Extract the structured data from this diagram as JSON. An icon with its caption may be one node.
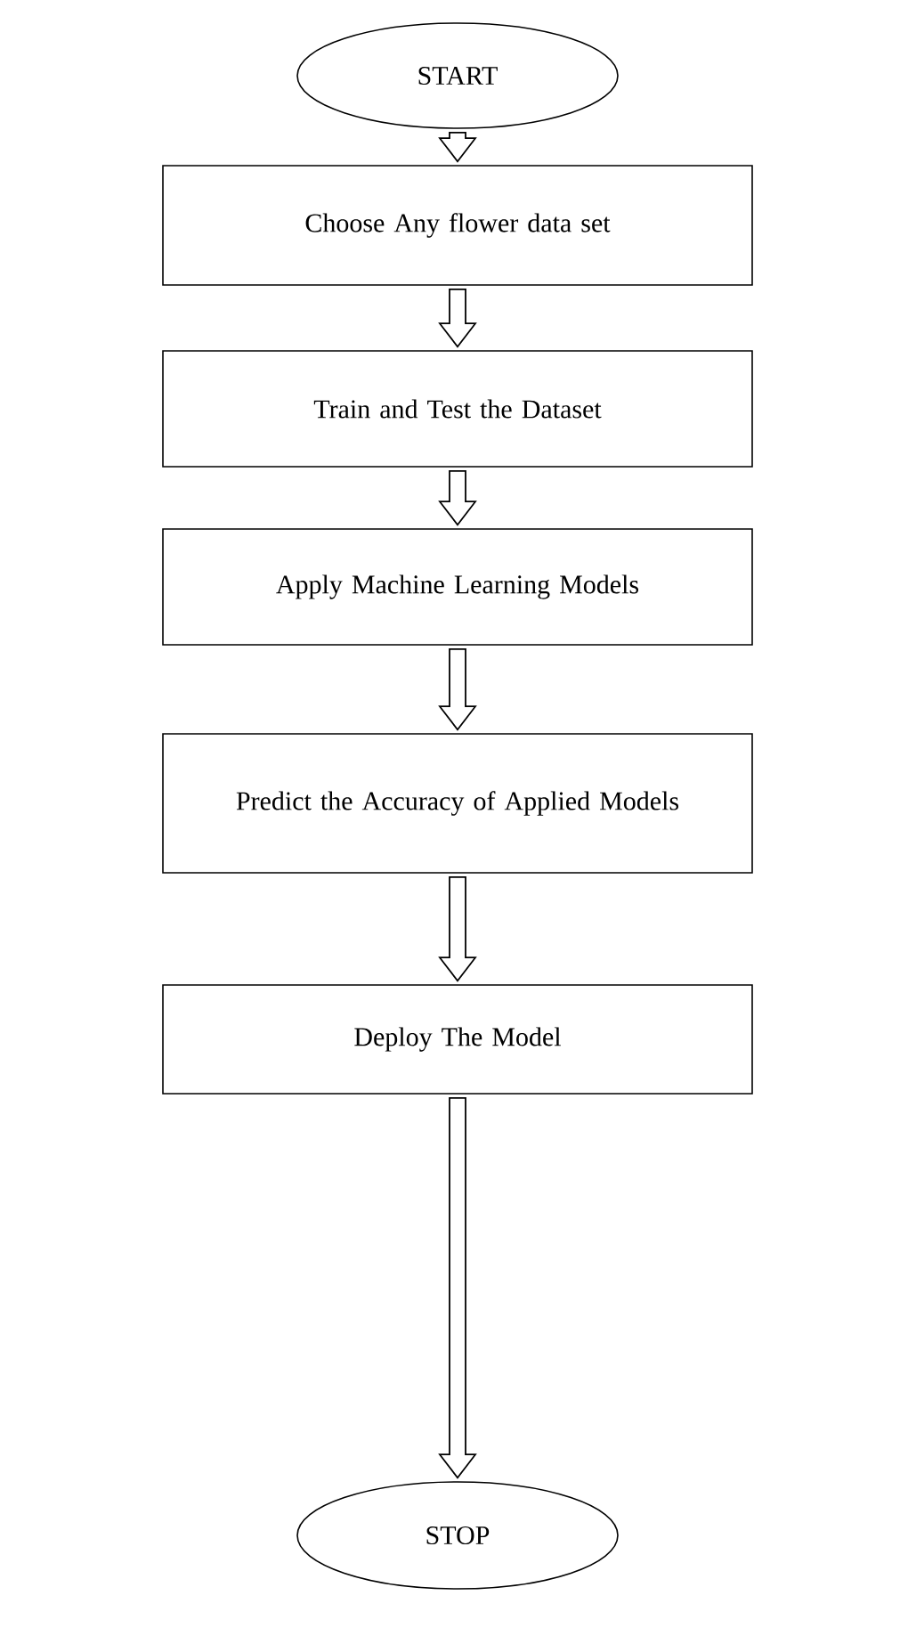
{
  "diagram": {
    "nodes": [
      {
        "text": [
          "START"
        ]
      },
      {
        "text": [
          "Choose Any flower data set"
        ]
      },
      {
        "text": [
          "Train and Test the Dataset"
        ]
      },
      {
        "text": [
          "Apply Machine Learning Models"
        ]
      },
      {
        "text": [
          "Predict the Accuracy of Applied Models"
        ]
      },
      {
        "text": [
          "Deploy The Model"
        ]
      },
      {
        "text": [
          "STOP"
        ]
      }
    ],
    "edges": [
      {
        "from": 0,
        "to": 1,
        "arrow": "to"
      },
      {
        "from": 1,
        "to": 2,
        "arrow": "to"
      },
      {
        "from": 2,
        "to": 3,
        "arrow": "to"
      },
      {
        "from": 3,
        "to": 4,
        "arrow": "to"
      },
      {
        "from": 4,
        "to": 5,
        "arrow": "to"
      },
      {
        "from": 5,
        "to": 6,
        "arrow": "to"
      }
    ]
  }
}
